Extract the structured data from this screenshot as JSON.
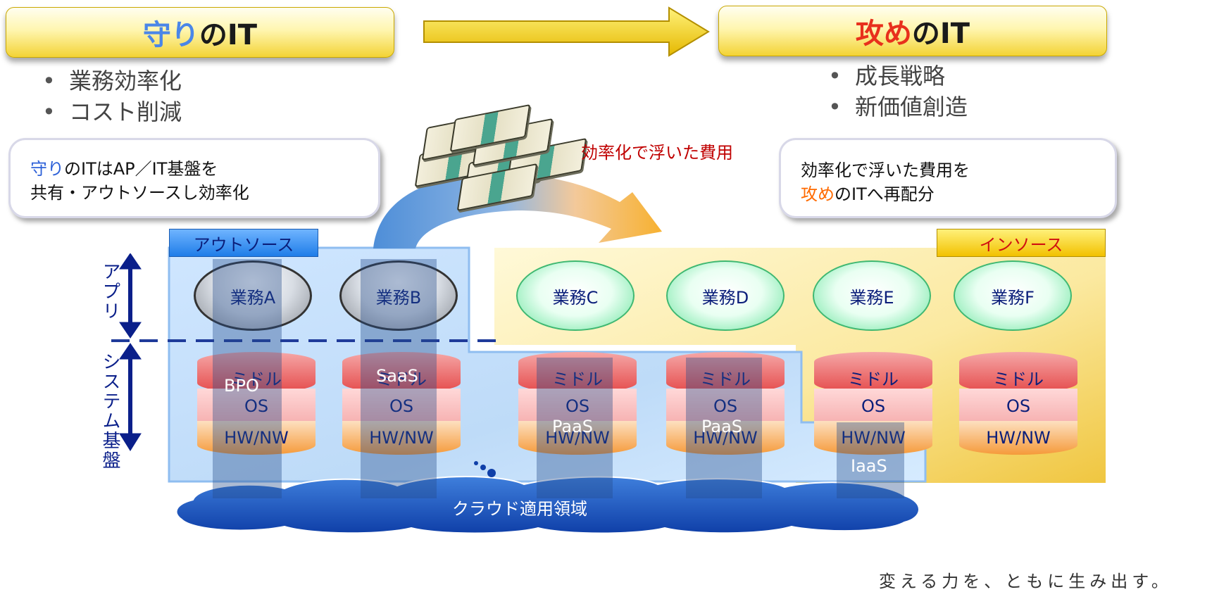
{
  "banners": {
    "left": {
      "highlight": "守り",
      "rest": "のIT"
    },
    "right": {
      "highlight": "攻め",
      "rest": "のIT"
    }
  },
  "left_bullets": [
    "業務効率化",
    "コスト削減"
  ],
  "right_bullets": [
    "成長戦略",
    "新価値創造"
  ],
  "left_box": {
    "hl": "守り",
    "line1_rest": "のITはAP／IT基盤を",
    "line2": "共有・アウトソースし効率化"
  },
  "right_box": {
    "line1": "効率化で浮いた費用を",
    "hl": "攻め",
    "line2_rest": "のITへ再配分"
  },
  "money_label": "効率化で浮いた費用",
  "tabs": {
    "outsource": "アウトソース",
    "insource": "インソース"
  },
  "axis": {
    "app": "アプリ",
    "system": "システム基盤"
  },
  "apps": [
    "業務A",
    "業務B",
    "業務C",
    "業務D",
    "業務E",
    "業務F"
  ],
  "layers": {
    "middle": "ミドル",
    "os": "OS",
    "hw": "HW/NW"
  },
  "overlays": {
    "bpo": "BPO",
    "saas": "SaaS",
    "paas": "PaaS",
    "iaas": "IaaS"
  },
  "cloud_label": "クラウド適用領域",
  "footer_text": "変える力を、ともに生み出す。",
  "colors": {
    "accent_blue": "#2f62d8",
    "accent_orange": "#ff6a00",
    "banner_red": "#e8301c",
    "dark_navy": "#0a1f8a"
  }
}
